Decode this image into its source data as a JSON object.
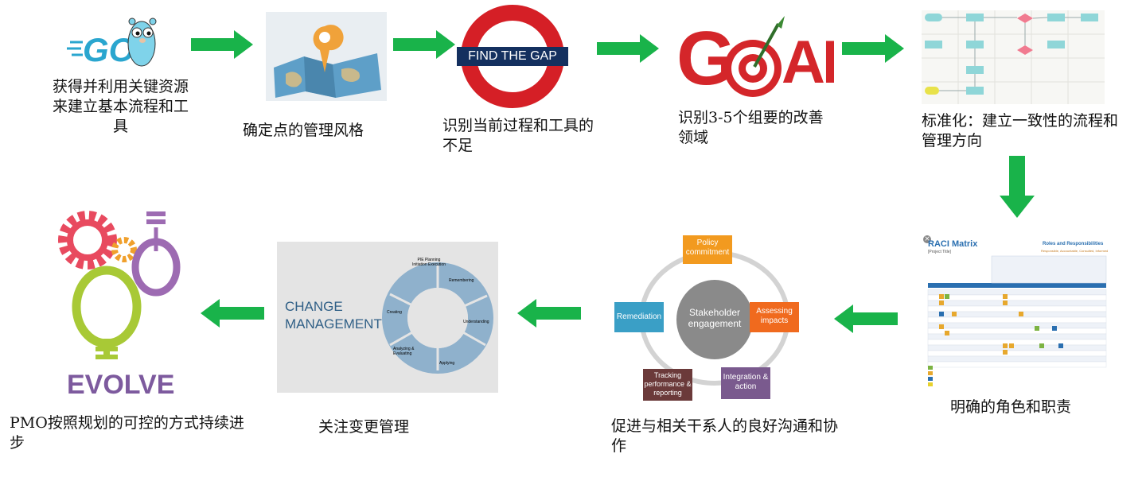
{
  "colors": {
    "arrow": "#19b34a",
    "gap_red": "#d51f26",
    "gap_bar": "#14305f",
    "goal_red": "#d4262a",
    "evolve_purple": "#7d5a9e"
  },
  "steps": [
    {
      "id": "go",
      "caption": "获得并利用关键资源来建立基本流程和工具",
      "logo_text": "GO"
    },
    {
      "id": "map",
      "caption": "确定点的管理风格"
    },
    {
      "id": "gap",
      "caption": "识别当前过程和工具的不足",
      "sign_text": "FIND THE GAP"
    },
    {
      "id": "goal",
      "caption": "识别3-5个组要的改善领域",
      "logo_left": "G",
      "logo_right": "AL"
    },
    {
      "id": "flow",
      "caption": "标准化：建立一致性的流程和管理方向"
    },
    {
      "id": "raci",
      "caption": "明确的角色和职责",
      "title": "RACI Matrix",
      "subtitle": "[Project Title]",
      "right_title": "Roles and Responsibilities",
      "right_sub": "Responsible, Accountable, Consulted, Informed"
    },
    {
      "id": "stake",
      "caption": "促进与相关干系人的良好沟通和协作",
      "center": "Stakeholder engagement",
      "nodes": [
        "Policy commitment",
        "Assessing impacts",
        "Integration & action",
        "Tracking performance & reporting",
        "Remediation"
      ]
    },
    {
      "id": "change",
      "caption": "关注变更管理",
      "title_line1": "CHANGE",
      "title_line2": "MANAGEMENT",
      "segments": [
        "PIE Planning Initiation Execution",
        "Remembering",
        "Understanding",
        "Applying",
        "Analyzing & Evaluating",
        "Creating"
      ]
    },
    {
      "id": "evolve",
      "caption": "PMO按照规划的可控的方式持续进步",
      "logo_text": "EVOLVE"
    }
  ]
}
